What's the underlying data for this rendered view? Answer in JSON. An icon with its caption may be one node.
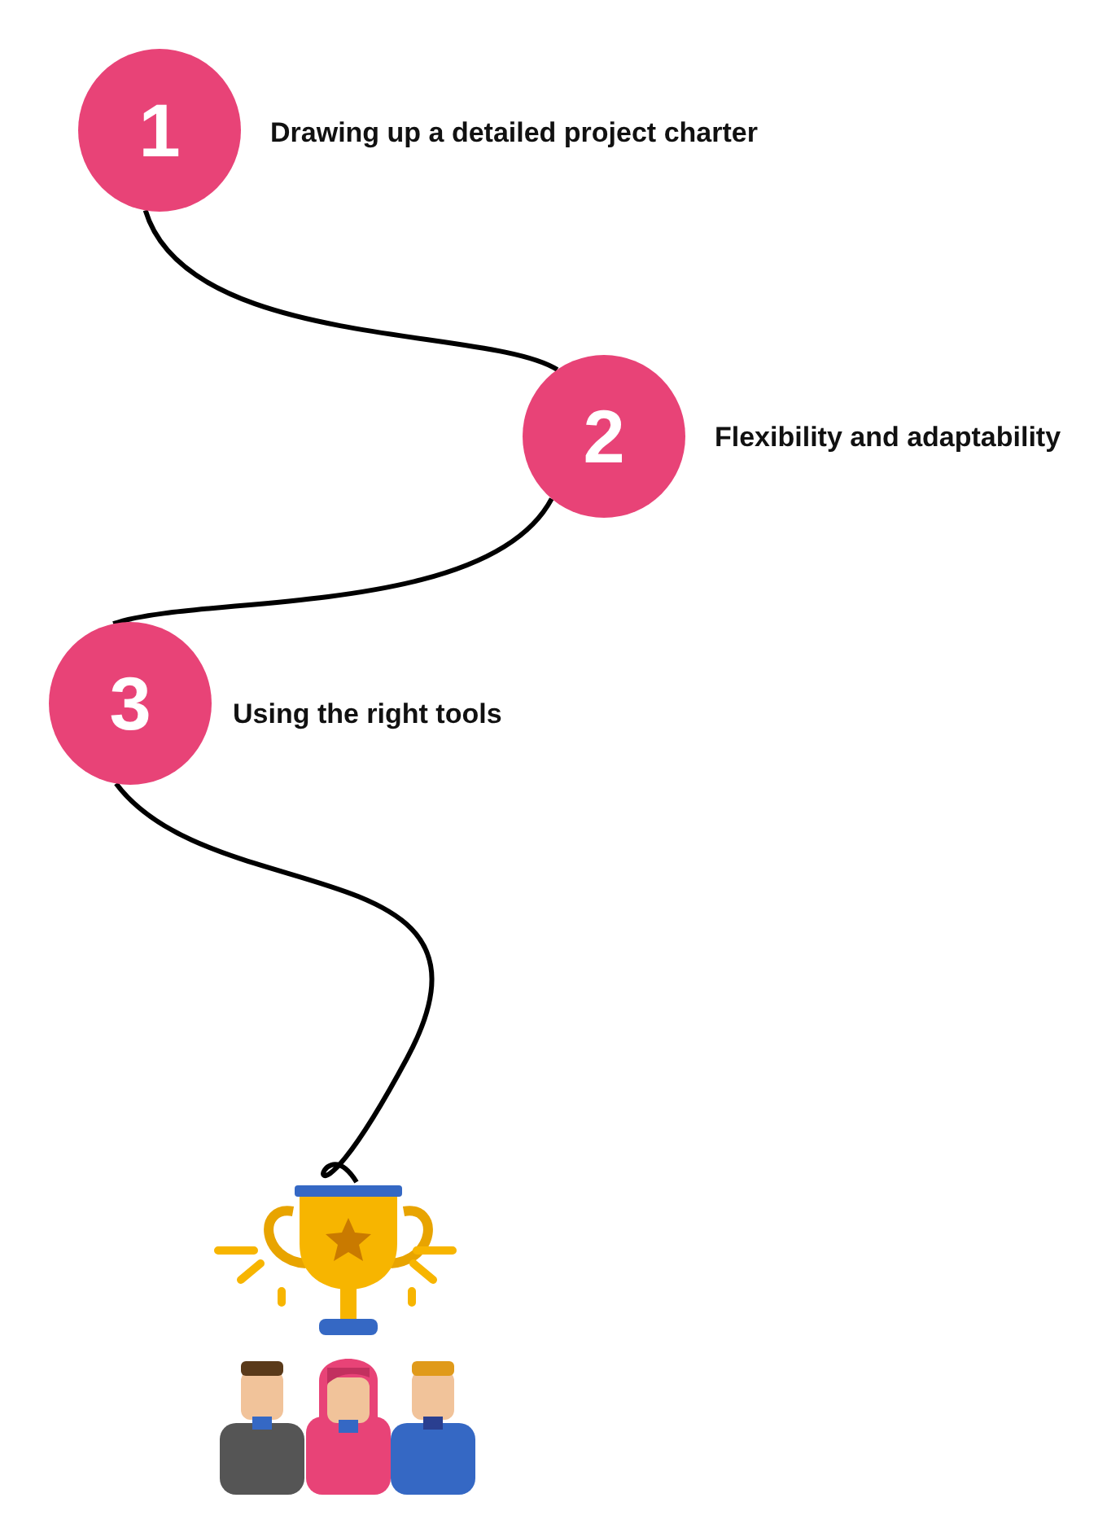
{
  "diagram": {
    "nodes": [
      {
        "text": [
          "1"
        ],
        "beside": [
          "Drawing up a detailed project charter"
        ]
      },
      {
        "text": [
          "2"
        ],
        "beside": [
          "Flexibility and adaptability"
        ]
      },
      {
        "text": [
          "3"
        ],
        "beside": [
          "Using the right tools"
        ]
      },
      {
        "text": [],
        "shape": "picture"
      }
    ],
    "edges": [
      {
        "from": 0,
        "to": 1,
        "arrow": "none"
      },
      {
        "from": 1,
        "to": 2,
        "arrow": "none"
      },
      {
        "from": 2,
        "to": 3,
        "arrow": "none"
      }
    ]
  }
}
